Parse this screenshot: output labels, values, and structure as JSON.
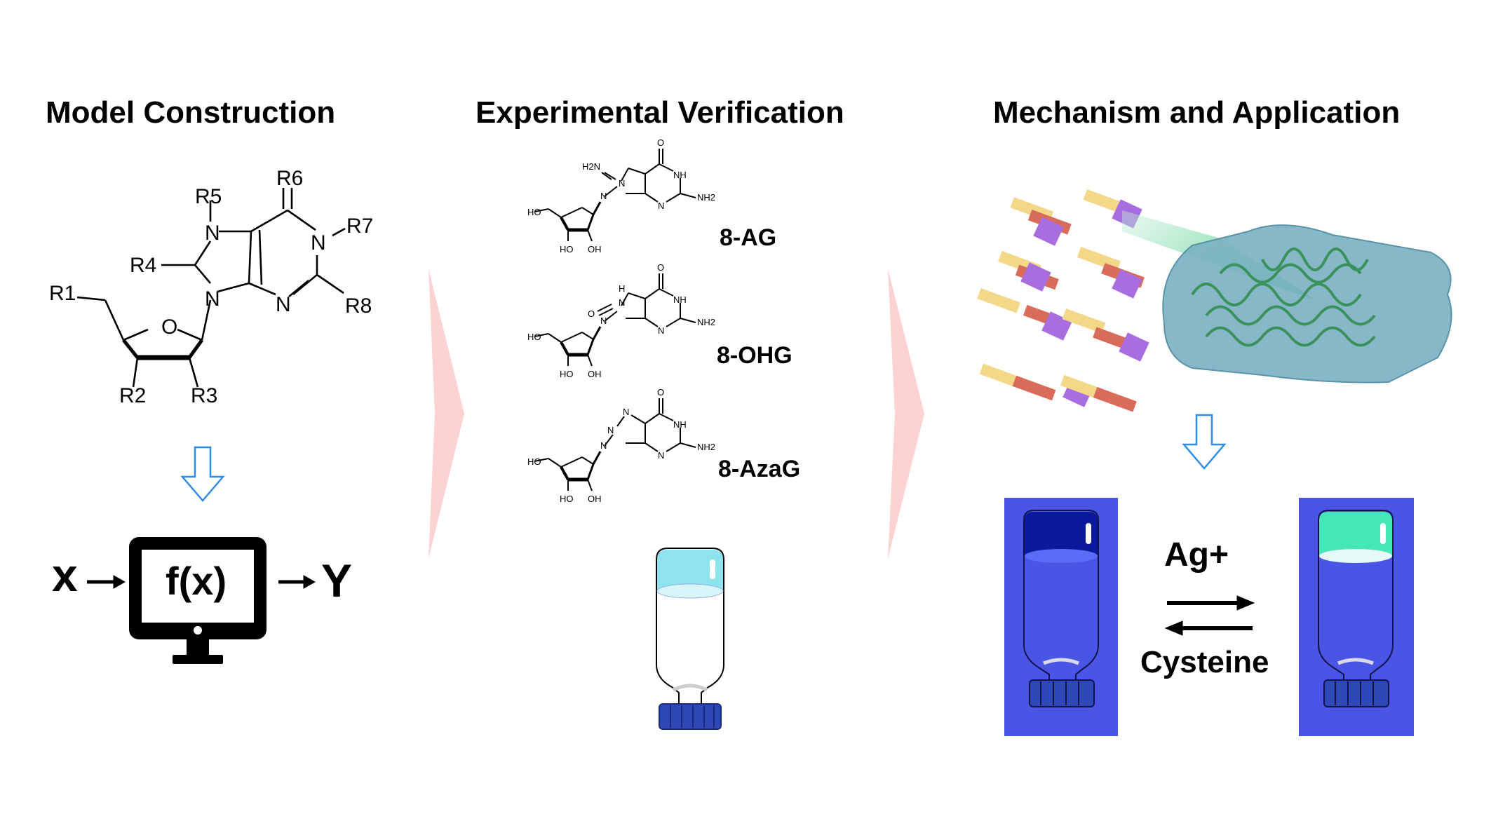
{
  "titles": {
    "model": "Model Construction",
    "experimental": "Experimental Verification",
    "mechanism": "Mechanism and Application"
  },
  "structure": {
    "r1": "R1",
    "r2": "R2",
    "r3": "R3",
    "r4": "R4",
    "r5": "R5",
    "r6": "R6",
    "r7": "R7",
    "r8": "R8",
    "n": "N",
    "o": "O"
  },
  "model": {
    "input": "x",
    "function": "f(x)",
    "output": "Y"
  },
  "compounds": [
    {
      "name": "8-AG",
      "substituent": "H2N"
    },
    {
      "name": "8-OHG",
      "substituent": "O"
    },
    {
      "name": "8-AzaG",
      "substituent": "N"
    }
  ],
  "atoms": {
    "ho": "HO",
    "oh": "OH",
    "nh": "NH",
    "nh2": "NH2",
    "n": "N",
    "o": "O",
    "h": "H"
  },
  "switch": {
    "forward": "Ag+",
    "reverse": "Cysteine"
  },
  "colors": {
    "panel_blue": "#4a55e6",
    "arrow_pink": "#fcd2d2",
    "down_arrow_blue": "#2f8ce8",
    "gel_cyan": "#8fe3ee",
    "gel_dark": "#0a1a9a",
    "gel_green": "#45e8b4",
    "cap_blue": "#2f48b8",
    "gel_block": "#7db3c4"
  },
  "icons": [
    "monitor-icon",
    "down-arrow-icon",
    "chevron-arrow-icon",
    "vial-icon",
    "gel-block-icon",
    "reaction-arrows-icon"
  ]
}
